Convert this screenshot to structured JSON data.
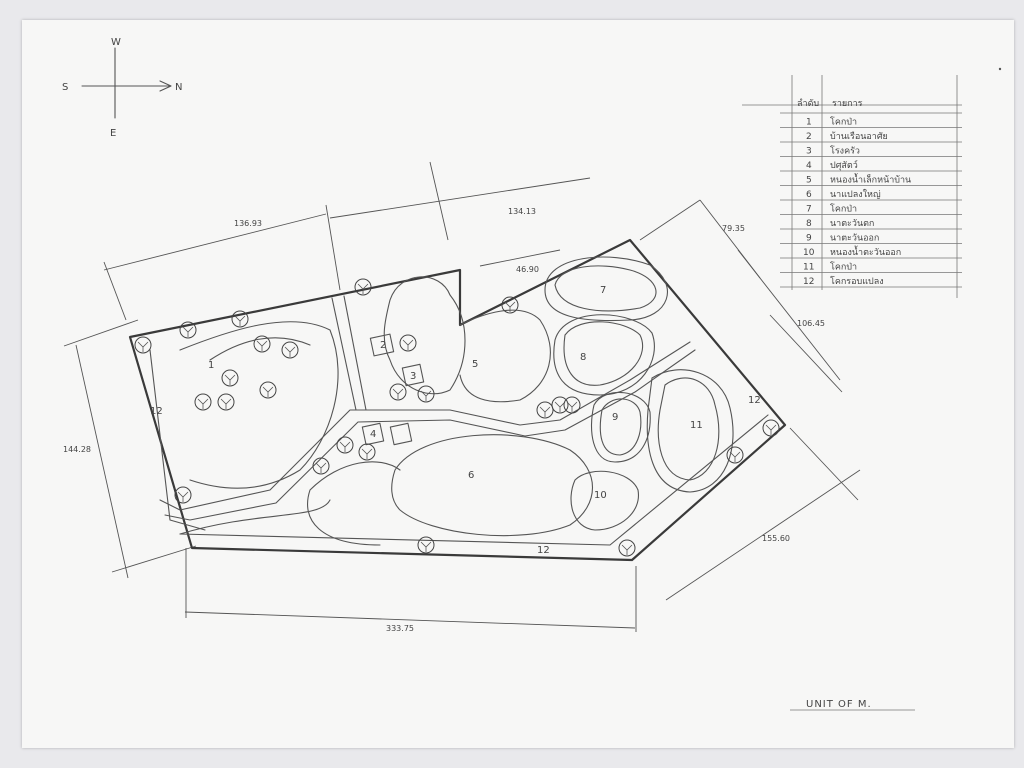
{
  "compass": {
    "north": "N",
    "south": "S",
    "west": "W",
    "east": "E"
  },
  "legend": {
    "header_no": "ลำดับ",
    "header_item": "รายการ",
    "items": [
      {
        "no": "1",
        "label": "โคกป่า"
      },
      {
        "no": "2",
        "label": "บ้านเรือนอาศัย"
      },
      {
        "no": "3",
        "label": "โรงครัว"
      },
      {
        "no": "4",
        "label": "ปศุสัตว์"
      },
      {
        "no": "5",
        "label": "หนองน้ำเล็กหน้าบ้าน"
      },
      {
        "no": "6",
        "label": "นาแปลงใหญ่"
      },
      {
        "no": "7",
        "label": "โคกป่า"
      },
      {
        "no": "8",
        "label": "นาตะวันตก"
      },
      {
        "no": "9",
        "label": "นาตะวันออก"
      },
      {
        "no": "10",
        "label": "หนองน้ำตะวันออก"
      },
      {
        "no": "11",
        "label": "โคกป่า"
      },
      {
        "no": "12",
        "label": "โคกรอบแปลง"
      }
    ]
  },
  "dimensions": {
    "top_left": "136.93",
    "top_mid": "134.13",
    "notch": "46.90",
    "right_top": "79.35",
    "right_mid": "106.45",
    "left": "144.28",
    "bottom_right": "155.60",
    "bottom": "333.75"
  },
  "zones": {
    "z1": "1",
    "z2": "2",
    "z3": "3",
    "z4": "4",
    "z5": "5",
    "z6": "6",
    "z7": "7",
    "z8": "8",
    "z9": "9",
    "z10": "10",
    "z11": "11",
    "z12a": "12",
    "z12b": "12",
    "z12c": "12"
  },
  "unit_label": "UNIT OF M."
}
